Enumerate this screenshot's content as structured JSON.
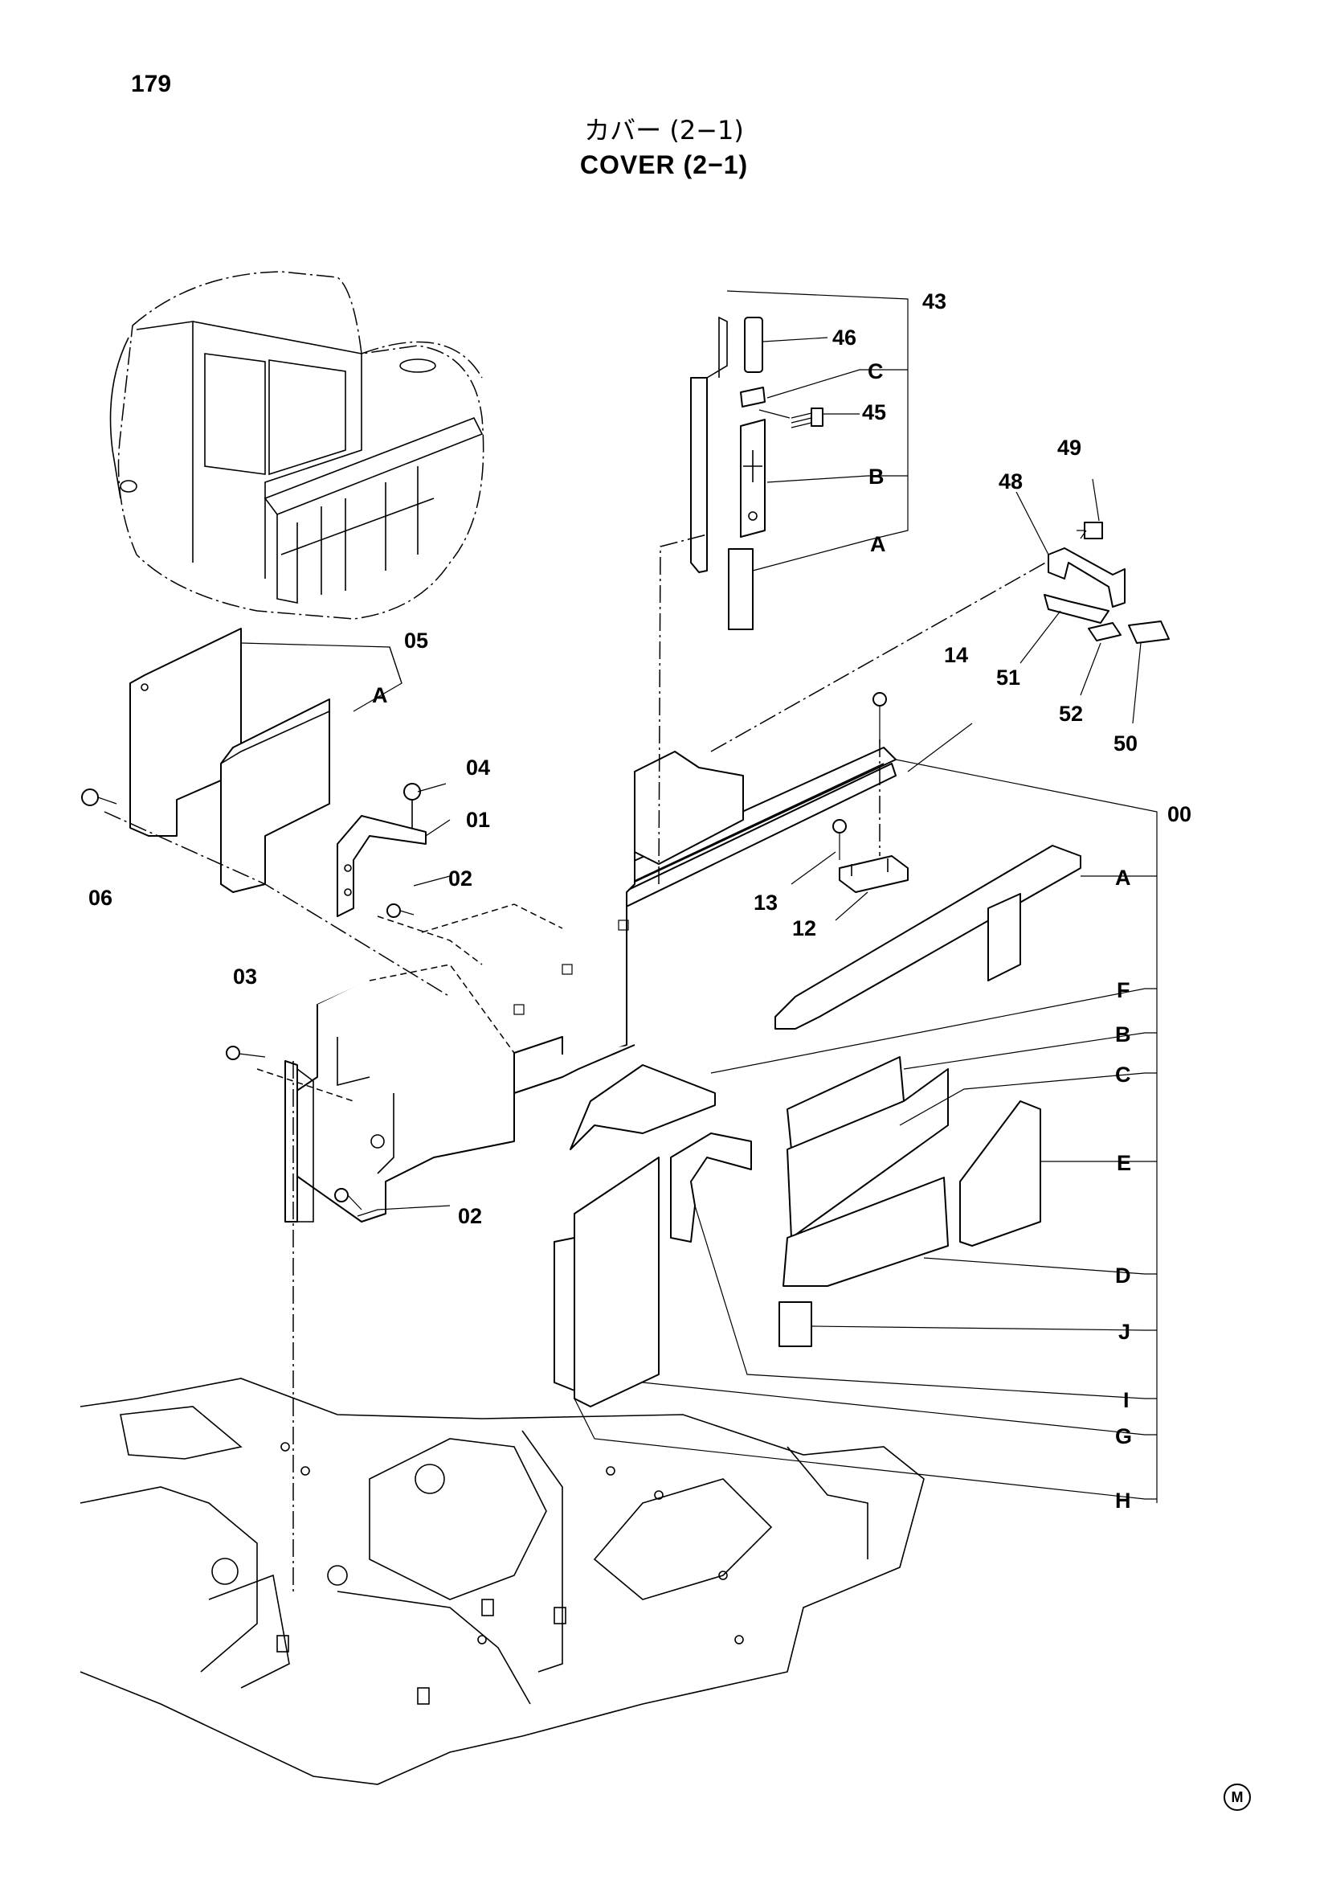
{
  "page": {
    "number": "179"
  },
  "title": {
    "japanese": "カバー (2−1)",
    "english": "COVER (2−1)"
  },
  "callouts": {
    "n43": "43",
    "n46": "46",
    "c_top": "C",
    "n45": "45",
    "b_top": "B",
    "a_top": "A",
    "n49": "49",
    "n48": "48",
    "n51": "51",
    "n52": "52",
    "n50": "50",
    "n14": "14",
    "n05": "05",
    "a_left": "A",
    "n04": "04",
    "n01": "01",
    "n06": "06",
    "n02a": "02",
    "n00": "00",
    "n13": "13",
    "n12": "12",
    "n03": "03",
    "n02b": "02",
    "a_main": "A",
    "f": "F",
    "b": "B",
    "c": "C",
    "e": "E",
    "d": "D",
    "j": "J",
    "i": "I",
    "g": "G",
    "h": "H"
  },
  "footer_mark": "M",
  "line_color": "#000000",
  "background_color": "#ffffff"
}
